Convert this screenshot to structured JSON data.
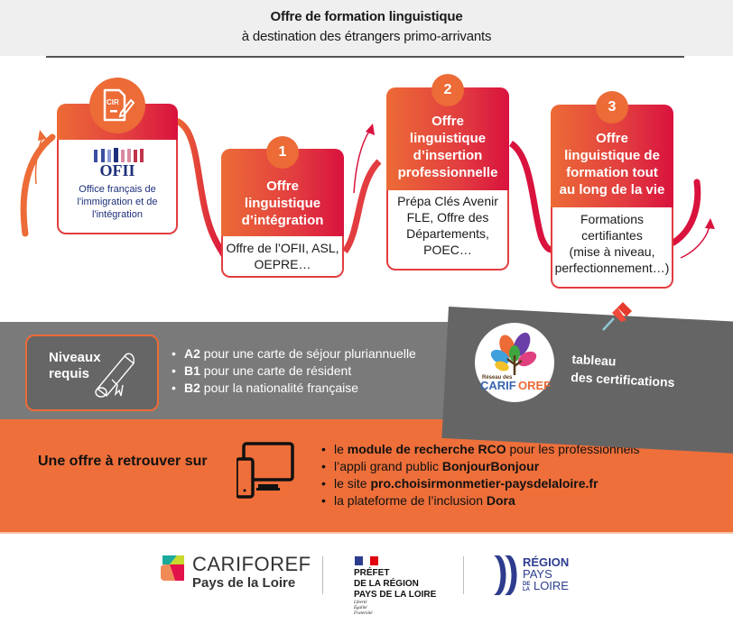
{
  "header": {
    "title": "Offre de formation linguistique",
    "subtitle": "à destination des étrangers primo-arrivants"
  },
  "ofii_card": {
    "icon_text": "CIR",
    "logo_text": "OFII",
    "description": [
      "Office français de",
      "l'immigration et de",
      "l'intégration"
    ]
  },
  "steps": [
    {
      "number": "1",
      "title": [
        "Offre",
        "linguistique",
        "d’intégration"
      ],
      "body": [
        "Offre de l’OFII, ASL,",
        "OEPRE…"
      ]
    },
    {
      "number": "2",
      "title": [
        "Offre",
        "linguistique",
        "d’insertion",
        "professionnelle"
      ],
      "body": [
        "Prépa Clés Avenir",
        "FLE, Offre des",
        "Départements,",
        "POEC…"
      ]
    },
    {
      "number": "3",
      "title": [
        "Offre",
        "linguistique de",
        "formation tout",
        "au long de la vie"
      ],
      "body": [
        "Formations",
        "certifiantes",
        "(mise à niveau,",
        "perfectionnement…)"
      ]
    }
  ],
  "levels": {
    "label": [
      "Niveaux",
      "requis"
    ],
    "items": [
      {
        "level": "A2",
        "text": " pour une carte de séjour pluriannuelle"
      },
      {
        "level": "B1",
        "text": " pour une carte de résident"
      },
      {
        "level": "B2",
        "text": " pour la nationalité française"
      }
    ]
  },
  "certifications_card": {
    "logo_small": "Réseau des",
    "logo_carif": "CARIF",
    "logo_oref": "OREF",
    "label": [
      "tableau",
      "des certifications"
    ]
  },
  "platforms": {
    "title": "Une offre à retrouver sur",
    "items": [
      {
        "pre": "le ",
        "bold": "module de recherche RCO",
        "post": " pour les professionnels"
      },
      {
        "pre": "l’appli grand public ",
        "bold": "BonjourBonjour",
        "post": ""
      },
      {
        "pre": "le site ",
        "bold": "pro.choisirmonmetier-paysdelaloire.fr",
        "post": ""
      },
      {
        "pre": "la plateforme de l’inclusion ",
        "bold": "Dora",
        "post": ""
      }
    ]
  },
  "footer": {
    "cariforef_name": "CARIFOREF",
    "cariforef_sub": "Pays de la Loire",
    "prefet": [
      "PRÉFET",
      "DE LA RÉGION",
      "PAYS DE LA LOIRE"
    ],
    "devise": [
      "Liberté",
      "Égalité",
      "Fraternité"
    ],
    "region": [
      "RÉGION",
      "PAYS",
      "DE",
      "LA",
      "LOIRE"
    ]
  },
  "colors": {
    "orange": "#ee6f3a",
    "red": "#d9123e",
    "gray_band": "#7a7a7a",
    "dark_card": "#656565",
    "region_blue": "#2e3c8e"
  }
}
